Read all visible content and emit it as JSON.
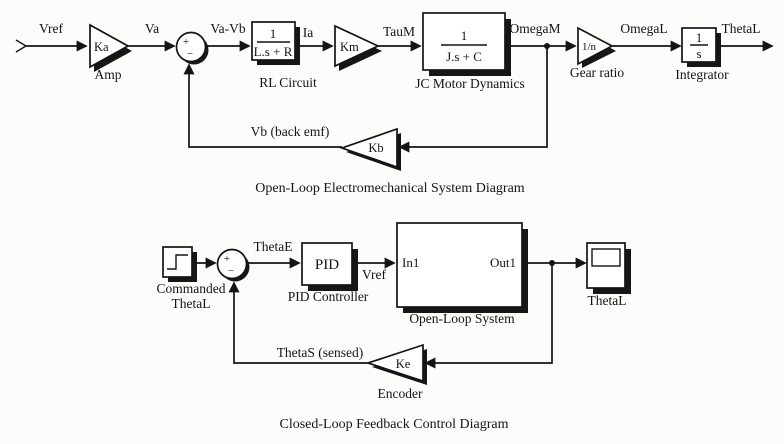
{
  "d1": {
    "caption": "Open-Loop Electromechanical System Diagram",
    "signals": {
      "vref": "Vref",
      "va": "Va",
      "va_vb": "Va-Vb",
      "ia": "Ia",
      "taum": "TauM",
      "omegam": "OmegaM",
      "omegal": "OmegaL",
      "thetal": "ThetaL",
      "vb": "Vb (back emf)"
    },
    "amp": {
      "gain": "Ka",
      "label": "Amp"
    },
    "rl": {
      "num": "1",
      "den": "L.s + R",
      "label": "RL Circuit"
    },
    "km": {
      "gain": "Km"
    },
    "jc": {
      "num": "1",
      "den": "J.s + C",
      "label": "JC Motor Dynamics"
    },
    "gear": {
      "gain": "1/n",
      "label": "Gear ratio"
    },
    "integrator": {
      "num": "1",
      "den": "s",
      "label": "Integrator"
    },
    "kb": {
      "gain": "Kb"
    },
    "sum": {
      "plus": "+",
      "minus": "−"
    }
  },
  "d2": {
    "caption": "Closed-Loop Feedback Control Diagram",
    "signals": {
      "thetae": "ThetaE",
      "vref": "Vref",
      "thetas": "ThetaS (sensed)"
    },
    "step": {
      "label1": "Commanded",
      "label2": "ThetaL"
    },
    "pid": {
      "text": "PID",
      "label": "PID Controller"
    },
    "openloop": {
      "in": "In1",
      "out": "Out1",
      "label": "Open-Loop System"
    },
    "scope": {
      "label": "ThetaL"
    },
    "ke": {
      "gain": "Ke",
      "label": "Encoder"
    },
    "sum": {
      "plus": "+",
      "minus": "−"
    }
  }
}
